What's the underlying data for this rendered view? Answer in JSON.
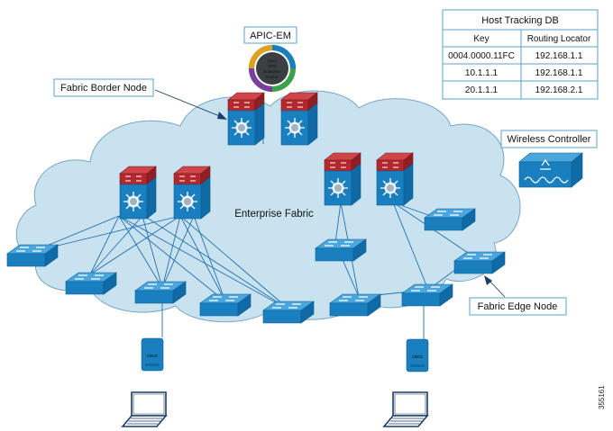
{
  "callouts": {
    "apic": "APIC-EM",
    "border": "Fabric Border Node",
    "wireless": "Wireless Controller",
    "edge": "Fabric Edge Node"
  },
  "apic_logo": {
    "line1": "Cisco",
    "line2": "APIC",
    "line3": "Enterprise",
    "line4": "Module"
  },
  "fabric_label": "Enterprise Fabric",
  "host_db": {
    "title": "Host Tracking DB",
    "headers": [
      "Key",
      "Routing Locator"
    ],
    "rows": [
      [
        "0004.0000.11FC",
        "192.168.1.1"
      ],
      [
        "10.1.1.1",
        "192.168.1.1"
      ],
      [
        "20.1.1.1",
        "192.168.2.1"
      ]
    ]
  },
  "phone_brand": "cisco",
  "figure_id": "355161",
  "colors": {
    "cloud": "#c9e2ef",
    "switch_blue": "#1a7fbf",
    "router_red": "#b3282d",
    "line_blue": "#2470b0",
    "callout_border": "#5aa3c8"
  }
}
